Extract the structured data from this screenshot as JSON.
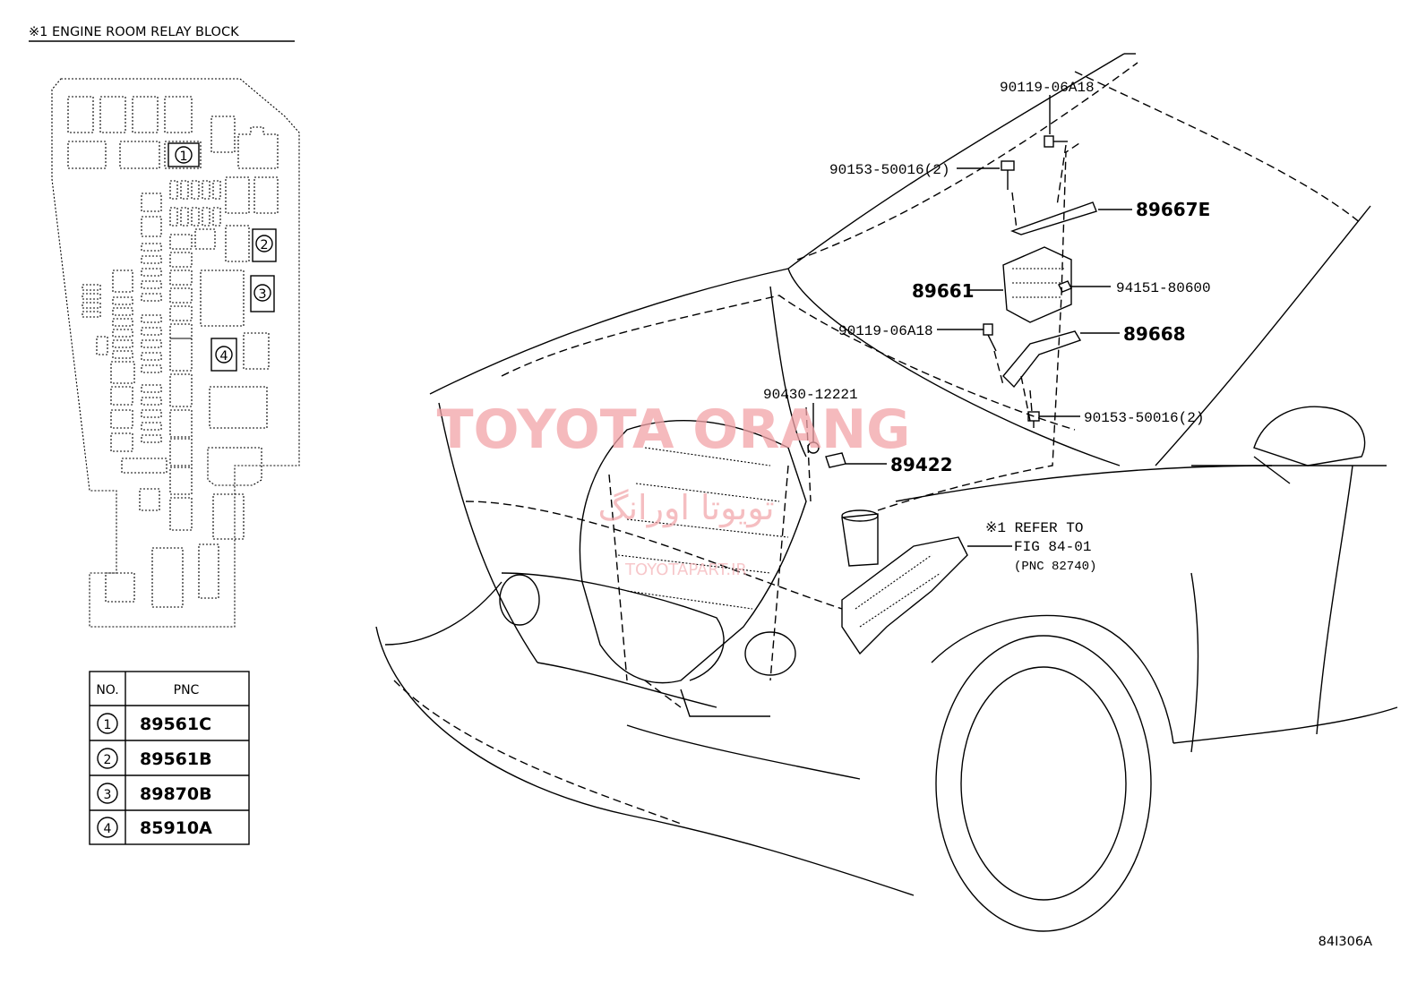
{
  "relay_block": {
    "title": "※1 ENGINE ROOM RELAY BLOCK",
    "markers": [
      "1",
      "2",
      "3",
      "4"
    ]
  },
  "pnc_table": {
    "headers": {
      "no": "NO.",
      "pnc": "PNC"
    },
    "rows": [
      {
        "no": "1",
        "pnc": "89561C"
      },
      {
        "no": "2",
        "pnc": "89561B"
      },
      {
        "no": "3",
        "pnc": "89870B"
      },
      {
        "no": "4",
        "pnc": "85910A"
      }
    ]
  },
  "callouts": {
    "bolt_top": "90119-06A18",
    "bolt_a": "90153-50016(2)",
    "bracket_upper": "89667E",
    "ecu": "89661",
    "nut": "94151-80600",
    "bolt_mid": "90119-06A18",
    "bracket_lower": "89668",
    "bolt_b": "90153-50016(2)",
    "gasket": "90430-12221",
    "sensor": "89422",
    "refer_line1": "※1 REFER TO",
    "refer_line2": "FIG 84-01",
    "refer_line3": "(PNC 82740)"
  },
  "watermark": {
    "main": "TOYOTA ORANG",
    "persian": "تویوتا اورانگ",
    "site": "TOYOTAPART.IR"
  },
  "figure_id": "84I306A"
}
